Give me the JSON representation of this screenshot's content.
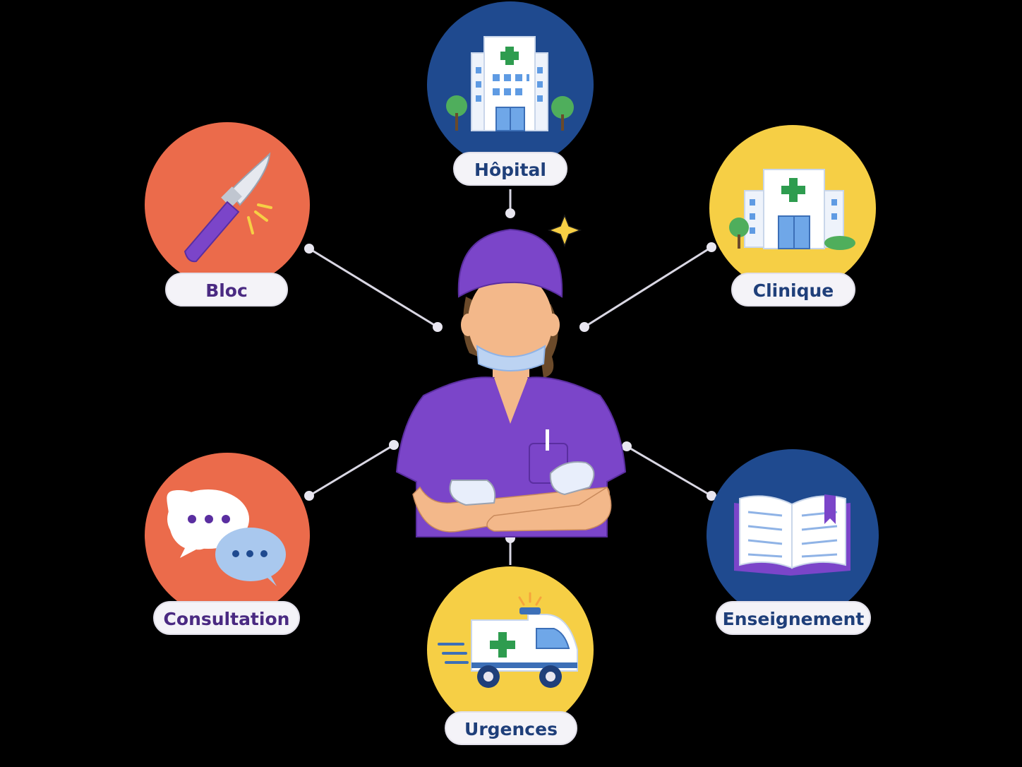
{
  "nodes": [
    {
      "id": "hopital",
      "label": "Hôpital",
      "icon": "hospital-icon",
      "circle_color": "#1f4a8f",
      "label_color": "#1f3f7a"
    },
    {
      "id": "clinique",
      "label": "Clinique",
      "icon": "clinic-icon",
      "circle_color": "#f6cf45",
      "label_color": "#1f3f7a"
    },
    {
      "id": "enseignement",
      "label": "Enseignement",
      "icon": "book-icon",
      "circle_color": "#1f4a8f",
      "label_color": "#1f3f7a"
    },
    {
      "id": "urgences",
      "label": "Urgences",
      "icon": "ambulance-icon",
      "circle_color": "#f6cf45",
      "label_color": "#1f3f7a"
    },
    {
      "id": "consultation",
      "label": "Consultation",
      "icon": "chat-bubbles-icon",
      "circle_color": "#eb6b4b",
      "label_color": "#4a2a82"
    },
    {
      "id": "bloc",
      "label": "Bloc",
      "icon": "scalpel-icon",
      "circle_color": "#eb6b4b",
      "label_color": "#4a2a82"
    }
  ],
  "center": {
    "icon": "surgeon-icon",
    "scrub_color": "#7b45c9"
  },
  "connector_color": "#d9d7e3"
}
